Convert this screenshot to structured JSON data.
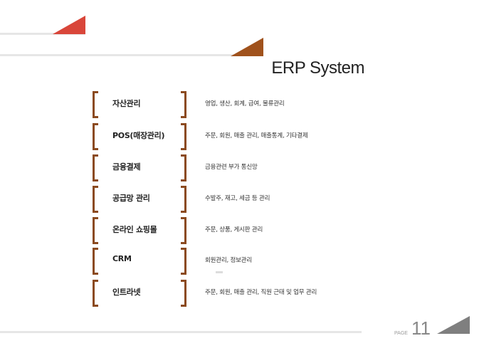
{
  "title": "ERP System",
  "rows": [
    {
      "label": "자산관리",
      "desc": "영업, 생산, 회계, 급여, 물류관리"
    },
    {
      "label": "POS(매장관리)",
      "desc": "주문, 회원, 매출 관리, 매출통계, 기타결제"
    },
    {
      "label": "금융결제",
      "desc": "금융관련 부가 통신망"
    },
    {
      "label": "공급망 관리",
      "desc": "수발주, 재고, 세금 등 관리"
    },
    {
      "label": "온라인 쇼핑몰",
      "desc": "주문, 상품, 게시판 관리"
    },
    {
      "label": "CRM",
      "desc": "회원관리, 정보관리"
    },
    {
      "label": "인트라넷",
      "desc": "주문, 회원, 매출 관리, 직원 근태 및 업무 관리"
    }
  ],
  "page": {
    "label": "PAGE",
    "number": "11"
  },
  "colors": {
    "accent_red": "#d9463a",
    "accent_brown": "#a0521c",
    "bracket": "#8b4a1f",
    "gray_tri": "#7f7f7f"
  }
}
